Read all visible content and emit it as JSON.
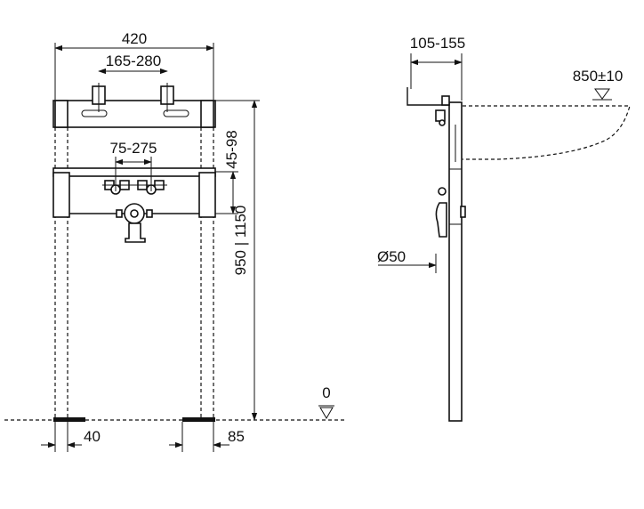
{
  "front_view": {
    "width_label": "420",
    "tap_spacing_label": "165-280",
    "trap_spacing_label": "75-275",
    "offset_label": "45-98",
    "height_label": "950 | 1150",
    "floor_level_label": "0",
    "foot_width_label": "40",
    "foot_offset_label": "85"
  },
  "side_view": {
    "depth_label": "105-155",
    "basin_height_label": "850±10",
    "waste_pipe_label": "Ø50"
  }
}
